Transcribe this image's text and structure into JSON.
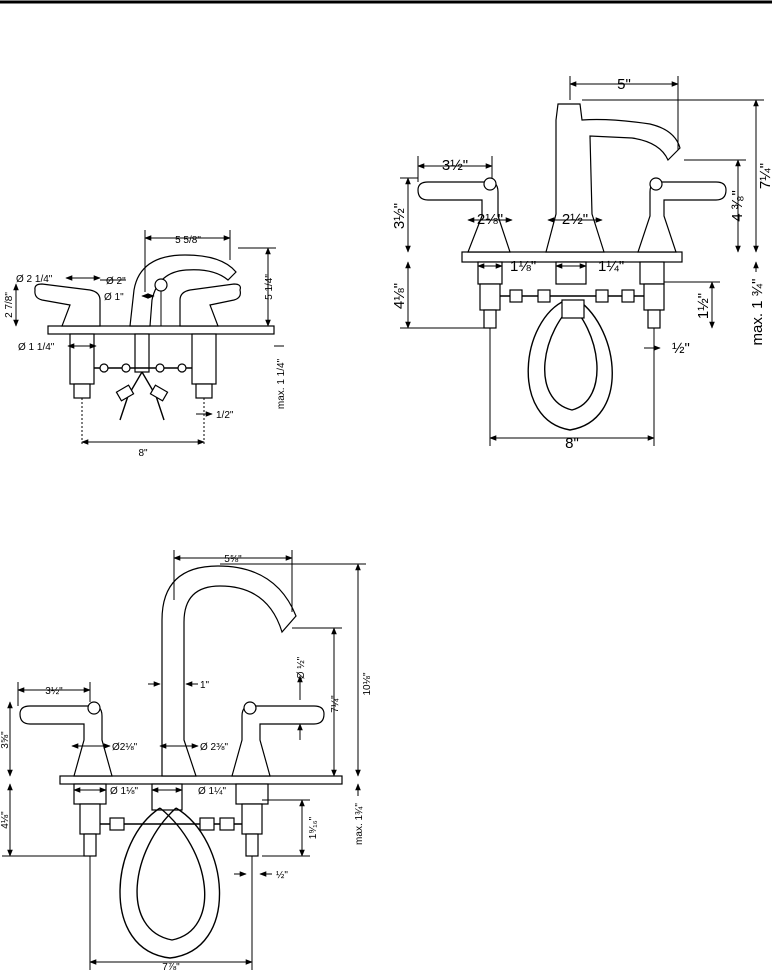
{
  "colors": {
    "line": "#000000",
    "background": "#ffffff"
  },
  "figure_a": {
    "labels": {
      "spread": "8\"",
      "spout_reach": "5 5/8\"",
      "spout_height": "5 1/4\"",
      "handle_base_dia": "Ø 2 1/4\"",
      "spout_base_dia": "Ø 2\"",
      "spout_hole_dia": "Ø 1\"",
      "handle_height": "2 7/8\"",
      "shank_dia": "Ø 1 1/4\"",
      "supply_thread": "1/2\"",
      "max_deck": "max. 1 1/4\""
    }
  },
  "figure_b": {
    "labels": {
      "spout_reach": "5\"",
      "overall_height": "7¼\"",
      "spout_height": "4 ³⁄₈\"",
      "handle_length": "3½\"",
      "handle_height": "3½\"",
      "handle_base_dia": "2⅛\"",
      "spout_base_dia": "2½\"",
      "handle_hole_dia": "1⅛\"",
      "spout_hole_dia": "1¼\"",
      "shank_length": "4⅛\"",
      "hose_connection": "1½\"",
      "supply_thread": "½\"",
      "max_deck": "max. 1 ¾\"",
      "spread": "8\""
    }
  },
  "figure_c": {
    "labels": {
      "spout_reach": "5⅝\"",
      "overall_height": "10⅛\"",
      "spout_dia": "Ø ½\"",
      "spout_neck": "1\"",
      "spout_height": "7¼\"",
      "handle_length": "3½\"",
      "handle_height": "3⅝\"",
      "handle_base_dia": "Ø2⅛\"",
      "spout_base_dia": "Ø 2⅜\"",
      "handle_hole_dia": "Ø 1⅛\"",
      "spout_hole_dia": "Ø 1¼\"",
      "shank_length": "4⅛\"",
      "hose_connection": "1⁹⁄₁₆\"",
      "supply_thread": "½\"",
      "max_deck": "max. 1¾\"",
      "spread": "7⅞\""
    }
  }
}
